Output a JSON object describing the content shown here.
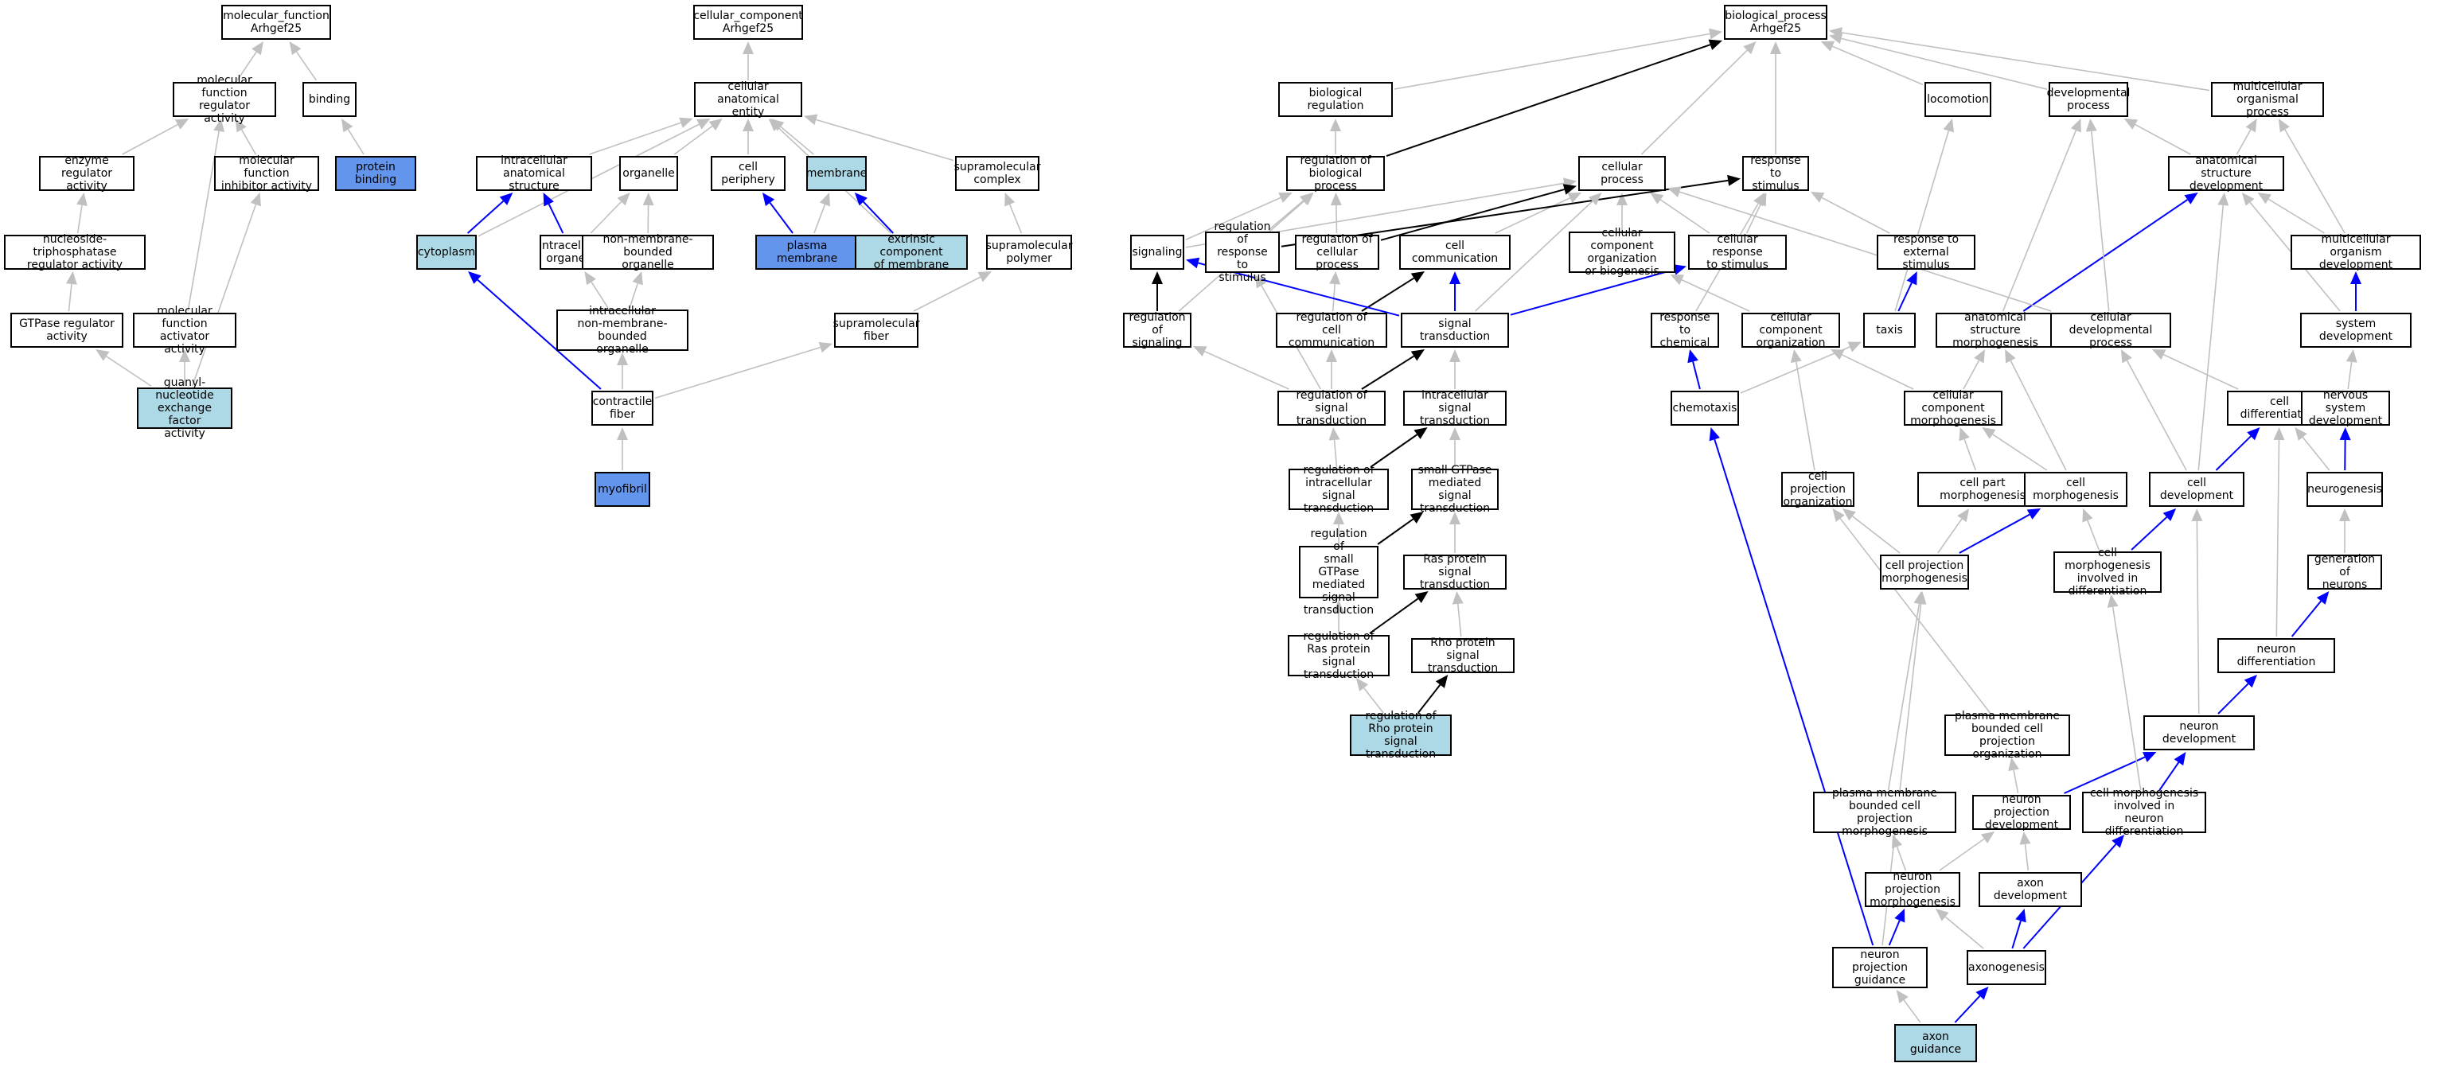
{
  "nodes": [
    {
      "id": "mf_root",
      "label": "molecular_function\nArhgef25",
      "fill": "white"
    },
    {
      "id": "mf_reg",
      "label": "molecular function\nregulator activity",
      "fill": "white"
    },
    {
      "id": "binding",
      "label": "binding",
      "fill": "white"
    },
    {
      "id": "enz_reg",
      "label": "enzyme regulator\nactivity",
      "fill": "white"
    },
    {
      "id": "mf_inhib",
      "label": "molecular function\ninhibitor activity",
      "fill": "white"
    },
    {
      "id": "prot_bind",
      "label": "protein binding",
      "fill": "blue"
    },
    {
      "id": "ntp_reg",
      "label": "nucleoside-triphosphatase\nregulator activity",
      "fill": "white"
    },
    {
      "id": "gtpase_reg",
      "label": "GTPase regulator\nactivity",
      "fill": "white"
    },
    {
      "id": "mf_act",
      "label": "molecular function\nactivator activity",
      "fill": "white"
    },
    {
      "id": "gnef",
      "label": "guanyl-nucleotide\nexchange factor\nactivity",
      "fill": "light"
    },
    {
      "id": "cc_root",
      "label": "cellular_component\nArhgef25",
      "fill": "white"
    },
    {
      "id": "cae",
      "label": "cellular anatomical\nentity",
      "fill": "white"
    },
    {
      "id": "ias",
      "label": "intracellular\nanatomical structure",
      "fill": "white"
    },
    {
      "id": "organelle",
      "label": "organelle",
      "fill": "white"
    },
    {
      "id": "cell_periph",
      "label": "cell periphery",
      "fill": "white"
    },
    {
      "id": "membrane",
      "label": "membrane",
      "fill": "light"
    },
    {
      "id": "supra_cx",
      "label": "supramolecular\ncomplex",
      "fill": "white"
    },
    {
      "id": "cytoplasm",
      "label": "cytoplasm",
      "fill": "light"
    },
    {
      "id": "ic_org",
      "label": "intracellular\norganelle",
      "fill": "white"
    },
    {
      "id": "nmbo",
      "label": "non-membrane-bounded\norganelle",
      "fill": "white"
    },
    {
      "id": "plasma_mem",
      "label": "plasma membrane",
      "fill": "blue"
    },
    {
      "id": "ext_comp",
      "label": "extrinsic component\nof membrane",
      "fill": "light"
    },
    {
      "id": "supra_poly",
      "label": "supramolecular\npolymer",
      "fill": "white"
    },
    {
      "id": "ic_nmbo",
      "label": "intracellular\nnon-membrane-bounded\norganelle",
      "fill": "white"
    },
    {
      "id": "supra_fiber",
      "label": "supramolecular\nfiber",
      "fill": "white"
    },
    {
      "id": "contr_fiber",
      "label": "contractile\nfiber",
      "fill": "white"
    },
    {
      "id": "myofibril",
      "label": "myofibril",
      "fill": "blue"
    },
    {
      "id": "bp_root",
      "label": "biological_process\nArhgef25",
      "fill": "white"
    },
    {
      "id": "bio_reg",
      "label": "biological regulation",
      "fill": "white"
    },
    {
      "id": "locomotion",
      "label": "locomotion",
      "fill": "white"
    },
    {
      "id": "dev_proc",
      "label": "developmental\nprocess",
      "fill": "white"
    },
    {
      "id": "mc_org",
      "label": "multicellular\norganismal process",
      "fill": "white"
    },
    {
      "id": "reg_bp",
      "label": "regulation of\nbiological process",
      "fill": "white"
    },
    {
      "id": "cell_proc",
      "label": "cellular process",
      "fill": "white"
    },
    {
      "id": "resp_stim",
      "label": "response to\nstimulus",
      "fill": "white"
    },
    {
      "id": "anat_dev",
      "label": "anatomical structure\ndevelopment",
      "fill": "white"
    },
    {
      "id": "signaling",
      "label": "signaling",
      "fill": "white"
    },
    {
      "id": "reg_resp",
      "label": "regulation of\nresponse to\nstimulus",
      "fill": "white"
    },
    {
      "id": "reg_cp",
      "label": "regulation of\ncellular process",
      "fill": "white"
    },
    {
      "id": "cell_comm",
      "label": "cell communication",
      "fill": "white"
    },
    {
      "id": "ccob",
      "label": "cellular component\norganization\nor biogenesis",
      "fill": "white"
    },
    {
      "id": "cell_resp",
      "label": "cellular response\nto stimulus",
      "fill": "white"
    },
    {
      "id": "resp_ext",
      "label": "response to\nexternal stimulus",
      "fill": "white"
    },
    {
      "id": "mc_dev",
      "label": "multicellular\norganism development",
      "fill": "white"
    },
    {
      "id": "reg_sig",
      "label": "regulation of\nsignaling",
      "fill": "white"
    },
    {
      "id": "reg_cc",
      "label": "regulation of\ncell communication",
      "fill": "white"
    },
    {
      "id": "sig_trans",
      "label": "signal transduction",
      "fill": "white"
    },
    {
      "id": "resp_chem",
      "label": "response to\nchemical",
      "fill": "white"
    },
    {
      "id": "cc_org",
      "label": "cellular component\norganization",
      "fill": "white"
    },
    {
      "id": "taxis",
      "label": "taxis",
      "fill": "white"
    },
    {
      "id": "asm",
      "label": "anatomical structure\nmorphogenesis",
      "fill": "white"
    },
    {
      "id": "cell_dev_proc",
      "label": "cellular developmental\nprocess",
      "fill": "white"
    },
    {
      "id": "sys_dev",
      "label": "system development",
      "fill": "white"
    },
    {
      "id": "reg_st",
      "label": "regulation of\nsignal transduction",
      "fill": "white"
    },
    {
      "id": "ic_st",
      "label": "intracellular\nsignal transduction",
      "fill": "white"
    },
    {
      "id": "chemotaxis",
      "label": "chemotaxis",
      "fill": "white"
    },
    {
      "id": "ccm",
      "label": "cellular component\nmorphogenesis",
      "fill": "white"
    },
    {
      "id": "cell_diff",
      "label": "cell differentiation",
      "fill": "white"
    },
    {
      "id": "nsd",
      "label": "nervous system\ndevelopment",
      "fill": "white"
    },
    {
      "id": "reg_icst",
      "label": "regulation of\nintracellular\nsignal transduction",
      "fill": "white"
    },
    {
      "id": "sgtpase",
      "label": "small GTPase\nmediated signal\ntransduction",
      "fill": "white"
    },
    {
      "id": "cpo",
      "label": "cell projection\norganization",
      "fill": "white"
    },
    {
      "id": "cpm_part",
      "label": "cell part morphogenesis",
      "fill": "white"
    },
    {
      "id": "cell_morph",
      "label": "cell morphogenesis",
      "fill": "white"
    },
    {
      "id": "cell_dev",
      "label": "cell development",
      "fill": "white"
    },
    {
      "id": "neurogenesis",
      "label": "neurogenesis",
      "fill": "white"
    },
    {
      "id": "reg_sgtpase",
      "label": "regulation of\nsmall GTPase\nmediated signal\ntransduction",
      "fill": "white"
    },
    {
      "id": "ras_st",
      "label": "Ras protein\nsignal transduction",
      "fill": "white"
    },
    {
      "id": "cp_morph",
      "label": "cell projection\nmorphogenesis",
      "fill": "white"
    },
    {
      "id": "cmid",
      "label": "cell morphogenesis\ninvolved in\ndifferentiation",
      "fill": "white"
    },
    {
      "id": "gen_neur",
      "label": "generation of\nneurons",
      "fill": "white"
    },
    {
      "id": "reg_ras",
      "label": "regulation of\nRas protein\nsignal transduction",
      "fill": "white"
    },
    {
      "id": "rho_st",
      "label": "Rho protein\nsignal transduction",
      "fill": "white"
    },
    {
      "id": "neur_diff",
      "label": "neuron differentiation",
      "fill": "white"
    },
    {
      "id": "reg_rho",
      "label": "regulation of\nRho protein\nsignal transduction",
      "fill": "light"
    },
    {
      "id": "pmbcpo",
      "label": "plasma membrane\nbounded cell\nprojection organization",
      "fill": "white"
    },
    {
      "id": "neur_dev",
      "label": "neuron development",
      "fill": "white"
    },
    {
      "id": "pmbcpm",
      "label": "plasma membrane\nbounded cell\nprojection morphogenesis",
      "fill": "white"
    },
    {
      "id": "npd",
      "label": "neuron projection\ndevelopment",
      "fill": "white"
    },
    {
      "id": "cmind",
      "label": "cell morphogenesis\ninvolved in\nneuron differentiation",
      "fill": "white"
    },
    {
      "id": "npm",
      "label": "neuron projection\nmorphogenesis",
      "fill": "white"
    },
    {
      "id": "axon_dev",
      "label": "axon development",
      "fill": "white"
    },
    {
      "id": "npg",
      "label": "neuron projection\nguidance",
      "fill": "white"
    },
    {
      "id": "axonogenesis",
      "label": "axonogenesis",
      "fill": "white"
    },
    {
      "id": "axon_guid",
      "label": "axon guidance",
      "fill": "light"
    }
  ],
  "edges": [
    [
      "mf_reg",
      "mf_root",
      "gray"
    ],
    [
      "binding",
      "mf_root",
      "gray"
    ],
    [
      "enz_reg",
      "mf_reg",
      "gray"
    ],
    [
      "mf_inhib",
      "mf_reg",
      "gray"
    ],
    [
      "prot_bind",
      "binding",
      "gray"
    ],
    [
      "ntp_reg",
      "enz_reg",
      "gray"
    ],
    [
      "gtpase_reg",
      "ntp_reg",
      "gray"
    ],
    [
      "mf_act",
      "mf_reg",
      "gray"
    ],
    [
      "gnef",
      "gtpase_reg",
      "gray"
    ],
    [
      "gnef",
      "mf_act",
      "gray"
    ],
    [
      "gnef",
      "mf_inhib",
      "gray"
    ],
    [
      "cae",
      "cc_root",
      "gray"
    ],
    [
      "ias",
      "cae",
      "gray"
    ],
    [
      "organelle",
      "cae",
      "gray"
    ],
    [
      "cell_periph",
      "cae",
      "gray"
    ],
    [
      "membrane",
      "cae",
      "gray"
    ],
    [
      "supra_cx",
      "cae",
      "gray"
    ],
    [
      "cytoplasm",
      "cae",
      "gray"
    ],
    [
      "ext_comp",
      "cae",
      "gray"
    ],
    [
      "cytoplasm",
      "ias",
      "blue"
    ],
    [
      "ic_org",
      "ias",
      "blue"
    ],
    [
      "ic_org",
      "organelle",
      "gray"
    ],
    [
      "nmbo",
      "organelle",
      "gray"
    ],
    [
      "plasma_mem",
      "cell_periph",
      "blue"
    ],
    [
      "plasma_mem",
      "membrane",
      "gray"
    ],
    [
      "ext_comp",
      "membrane",
      "blue"
    ],
    [
      "supra_poly",
      "supra_cx",
      "gray"
    ],
    [
      "ic_nmbo",
      "ic_org",
      "gray"
    ],
    [
      "ic_nmbo",
      "nmbo",
      "gray"
    ],
    [
      "supra_fiber",
      "supra_poly",
      "gray"
    ],
    [
      "contr_fiber",
      "ic_nmbo",
      "gray"
    ],
    [
      "contr_fiber",
      "supra_fiber",
      "gray"
    ],
    [
      "contr_fiber",
      "cytoplasm",
      "blue"
    ],
    [
      "myofibril",
      "contr_fiber",
      "gray"
    ],
    [
      "bio_reg",
      "bp_root",
      "gray"
    ],
    [
      "locomotion",
      "bp_root",
      "gray"
    ],
    [
      "dev_proc",
      "bp_root",
      "gray"
    ],
    [
      "mc_org",
      "bp_root",
      "gray"
    ],
    [
      "reg_bp",
      "bp_root",
      "black"
    ],
    [
      "cell_proc",
      "bp_root",
      "gray"
    ],
    [
      "resp_stim",
      "bp_root",
      "gray"
    ],
    [
      "reg_bp",
      "bio_reg",
      "gray"
    ],
    [
      "anat_dev",
      "dev_proc",
      "gray"
    ],
    [
      "anat_dev",
      "mc_org",
      "gray"
    ],
    [
      "signaling",
      "reg_bp",
      "gray"
    ],
    [
      "reg_resp",
      "reg_bp",
      "gray"
    ],
    [
      "reg_cp",
      "reg_bp",
      "gray"
    ],
    [
      "reg_sig",
      "reg_bp",
      "gray"
    ],
    [
      "signaling",
      "cell_proc",
      "gray"
    ],
    [
      "reg_cp",
      "cell_proc",
      "black"
    ],
    [
      "cell_comm",
      "cell_proc",
      "gray"
    ],
    [
      "ccob",
      "cell_proc",
      "gray"
    ],
    [
      "cell_resp",
      "cell_proc",
      "gray"
    ],
    [
      "reg_resp",
      "resp_stim",
      "black"
    ],
    [
      "cell_resp",
      "resp_stim",
      "gray"
    ],
    [
      "resp_ext",
      "resp_stim",
      "gray"
    ],
    [
      "resp_chem",
      "resp_stim",
      "gray"
    ],
    [
      "mc_dev",
      "anat_dev",
      "gray"
    ],
    [
      "mc_dev",
      "mc_org",
      "gray"
    ],
    [
      "reg_sig",
      "signaling",
      "black"
    ],
    [
      "reg_cc",
      "reg_cp",
      "gray"
    ],
    [
      "reg_cc",
      "cell_comm",
      "black"
    ],
    [
      "sig_trans",
      "cell_comm",
      "blue"
    ],
    [
      "sig_trans",
      "signaling",
      "blue"
    ],
    [
      "sig_trans",
      "cell_resp",
      "blue"
    ],
    [
      "sig_trans",
      "cell_proc",
      "gray"
    ],
    [
      "taxis",
      "resp_ext",
      "blue"
    ],
    [
      "taxis",
      "locomotion",
      "gray"
    ],
    [
      "cc_org",
      "ccob",
      "gray"
    ],
    [
      "asm",
      "anat_dev",
      "blue"
    ],
    [
      "asm",
      "dev_proc",
      "gray"
    ],
    [
      "cell_dev_proc",
      "dev_proc",
      "gray"
    ],
    [
      "cell_dev_proc",
      "cell_proc",
      "gray"
    ],
    [
      "sys_dev",
      "mc_dev",
      "blue"
    ],
    [
      "sys_dev",
      "anat_dev",
      "gray"
    ],
    [
      "reg_st",
      "reg_sig",
      "gray"
    ],
    [
      "reg_st",
      "reg_cc",
      "gray"
    ],
    [
      "reg_st",
      "sig_trans",
      "black"
    ],
    [
      "reg_st",
      "reg_resp",
      "gray"
    ],
    [
      "ic_st",
      "sig_trans",
      "gray"
    ],
    [
      "chemotaxis",
      "resp_chem",
      "blue"
    ],
    [
      "chemotaxis",
      "taxis",
      "gray"
    ],
    [
      "ccm",
      "cc_org",
      "gray"
    ],
    [
      "ccm",
      "asm",
      "gray"
    ],
    [
      "cell_diff",
      "cell_dev_proc",
      "gray"
    ],
    [
      "nsd",
      "sys_dev",
      "gray"
    ],
    [
      "reg_icst",
      "reg_st",
      "gray"
    ],
    [
      "reg_icst",
      "ic_st",
      "black"
    ],
    [
      "sgtpase",
      "ic_st",
      "gray"
    ],
    [
      "cpo",
      "cc_org",
      "gray"
    ],
    [
      "cpm_part",
      "ccm",
      "gray"
    ],
    [
      "cell_morph",
      "asm",
      "gray"
    ],
    [
      "cell_morph",
      "ccm",
      "gray"
    ],
    [
      "cell_dev",
      "cell_diff",
      "blue"
    ],
    [
      "cell_dev",
      "anat_dev",
      "gray"
    ],
    [
      "cell_dev",
      "cell_dev_proc",
      "gray"
    ],
    [
      "neurogenesis",
      "nsd",
      "blue"
    ],
    [
      "neurogenesis",
      "cell_diff",
      "gray"
    ],
    [
      "reg_sgtpase",
      "reg_icst",
      "gray"
    ],
    [
      "reg_sgtpase",
      "sgtpase",
      "black"
    ],
    [
      "ras_st",
      "sgtpase",
      "gray"
    ],
    [
      "cp_morph",
      "cpo",
      "gray"
    ],
    [
      "cp_morph",
      "cpm_part",
      "gray"
    ],
    [
      "cp_morph",
      "cell_morph",
      "blue"
    ],
    [
      "cmid",
      "cell_morph",
      "gray"
    ],
    [
      "cmid",
      "cell_dev",
      "blue"
    ],
    [
      "gen_neur",
      "neurogenesis",
      "gray"
    ],
    [
      "reg_ras",
      "reg_sgtpase",
      "gray"
    ],
    [
      "reg_ras",
      "ras_st",
      "black"
    ],
    [
      "rho_st",
      "ras_st",
      "gray"
    ],
    [
      "neur_diff",
      "gen_neur",
      "blue"
    ],
    [
      "neur_diff",
      "cell_diff",
      "gray"
    ],
    [
      "reg_rho",
      "reg_ras",
      "gray"
    ],
    [
      "reg_rho",
      "rho_st",
      "black"
    ],
    [
      "pmbcpo",
      "cpo",
      "gray"
    ],
    [
      "neur_dev",
      "neur_diff",
      "blue"
    ],
    [
      "neur_dev",
      "cell_dev",
      "gray"
    ],
    [
      "pmbcpm",
      "cp_morph",
      "gray"
    ],
    [
      "npd",
      "pmbcpo",
      "gray"
    ],
    [
      "npd",
      "neur_dev",
      "blue"
    ],
    [
      "cmind",
      "neur_dev",
      "blue"
    ],
    [
      "cmind",
      "cmid",
      "gray"
    ],
    [
      "npm",
      "npd",
      "gray"
    ],
    [
      "npm",
      "pmbcpm",
      "gray"
    ],
    [
      "axon_dev",
      "npd",
      "gray"
    ],
    [
      "npg",
      "npm",
      "blue"
    ],
    [
      "npg",
      "chemotaxis",
      "blue"
    ],
    [
      "npg",
      "cp_morph",
      "gray"
    ],
    [
      "axonogenesis",
      "axon_dev",
      "blue"
    ],
    [
      "axonogenesis",
      "cmind",
      "blue"
    ],
    [
      "axonogenesis",
      "npm",
      "gray"
    ],
    [
      "axon_guid",
      "npg",
      "gray"
    ],
    [
      "axon_guid",
      "axonogenesis",
      "blue"
    ]
  ],
  "colors": {
    "gray": "#c0c0c0",
    "blue": "#0000ff",
    "black": "#000000",
    "light": "#add8e6",
    "blueFill": "#6495ed",
    "white": "#ffffff"
  }
}
